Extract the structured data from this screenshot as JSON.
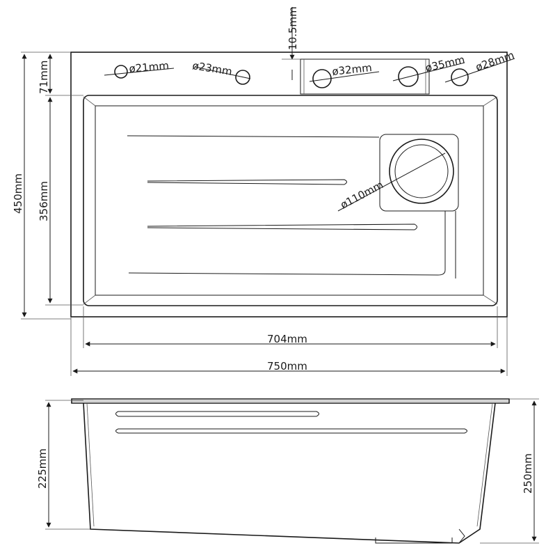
{
  "top_view": {
    "hole_dims": {
      "h21": "ø21mm",
      "h23": "ø23mm",
      "h32": "ø32mm",
      "h35": "ø35mm",
      "h28": "ø28mm",
      "drain": "ø110mm"
    },
    "dims": {
      "plate_thickness": "10.5mm",
      "deck_depth": "71mm",
      "total_depth": "450mm",
      "bowl_depth": "356mm",
      "bowl_width": "704mm",
      "total_width": "750mm"
    }
  },
  "front_view": {
    "dims": {
      "bowl_height": "225mm",
      "total_height": "250mm"
    }
  }
}
